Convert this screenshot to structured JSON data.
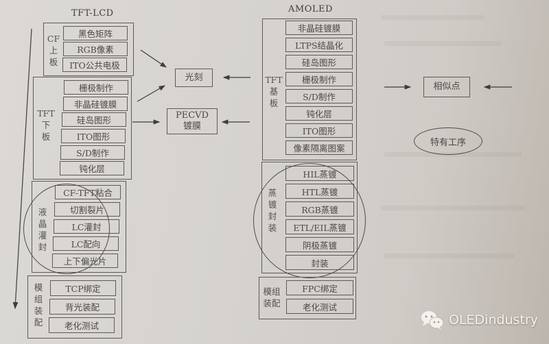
{
  "diagram": {
    "tft_lcd": {
      "title": "TFT-LCD",
      "groups": [
        {
          "label": "CF\n上\n板",
          "steps": [
            "黑色矩阵",
            "RGB像素",
            "ITO公共电极"
          ]
        },
        {
          "label": "TFT\n下\n板",
          "steps": [
            "栅极制作",
            "非晶硅镀膜",
            "硅岛图形",
            "ITO图形",
            "S/D制作",
            "钝化层"
          ]
        },
        {
          "label": "液\n晶\n灌\n封",
          "steps": [
            "CF-TFT粘合",
            "切割裂片",
            "LC灌封",
            "LC配向",
            "上下偏光片"
          ]
        },
        {
          "label": "模\n组\n装\n配",
          "steps": [
            "TCP绑定",
            "背光装配",
            "老化测试"
          ]
        }
      ]
    },
    "amoled": {
      "title": "AMOLED",
      "groups": [
        {
          "label": "TFT\n基\n板",
          "steps": [
            "非晶硅镀膜",
            "LTPS结晶化",
            "硅岛图形",
            "栅极制作",
            "S/D制作",
            "钝化层",
            "ITO图形",
            "像素隔离图案"
          ]
        },
        {
          "label": "蒸\n镀\n封\n装",
          "steps": [
            "HIL蒸镀",
            "HTL蒸镀",
            "RGB蒸镀",
            "ETL/EIL蒸镀",
            "阴极蒸镀",
            "封装"
          ]
        },
        {
          "label": "模组\n装配",
          "steps": [
            "FPC绑定",
            "老化测试"
          ]
        }
      ]
    },
    "shared": {
      "photolithography": "光刻",
      "pecvd_line1": "PECVD",
      "pecvd_line2": "镀膜"
    },
    "legend": {
      "similar": "相似点",
      "unique": "特有工序"
    }
  },
  "watermark": {
    "icon": "wechat-icon",
    "text": "OLEDindustry"
  }
}
